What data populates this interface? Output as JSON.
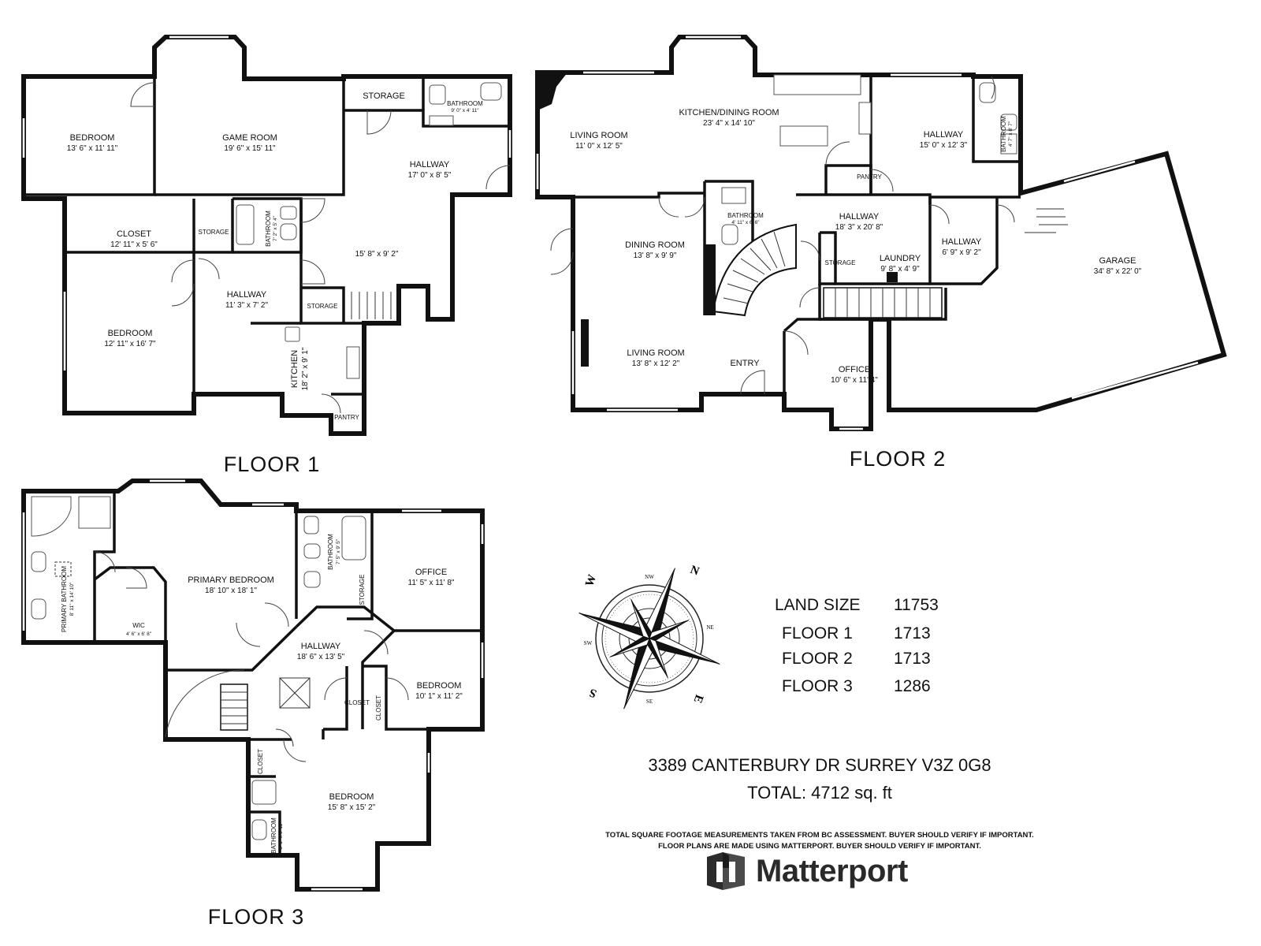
{
  "floors": [
    {
      "title": "FLOOR 1",
      "rooms": [
        {
          "name": "BEDROOM",
          "dims": "13' 6\" x 11' 11\""
        },
        {
          "name": "GAME ROOM",
          "dims": "19' 6\" x 15' 11\""
        },
        {
          "name": "STORAGE",
          "dims": ""
        },
        {
          "name": "BATHROOM",
          "dims": "9' 0\" x 4' 11\""
        },
        {
          "name": "HALLWAY",
          "dims": "17' 0\" x 8' 5\""
        },
        {
          "name": "CLOSET",
          "dims": "12' 11\" x 5' 6\""
        },
        {
          "name": "STORAGE",
          "dims": ""
        },
        {
          "name": "BATHROOM",
          "dims": "7' 2\" x 5' 4\""
        },
        {
          "name": "",
          "dims": "15' 8\" x 9' 2\""
        },
        {
          "name": "BEDROOM",
          "dims": "12' 11\" x 16' 7\""
        },
        {
          "name": "HALLWAY",
          "dims": "11' 3\" x 7' 2\""
        },
        {
          "name": "STORAGE",
          "dims": ""
        },
        {
          "name": "KITCHEN",
          "dims": "18' 2\" x 9' 1\""
        },
        {
          "name": "PANTRY",
          "dims": ""
        }
      ]
    },
    {
      "title": "FLOOR 2",
      "rooms": [
        {
          "name": "LIVING ROOM",
          "dims": "11' 0\" x 12' 5\""
        },
        {
          "name": "KITCHEN/DINING ROOM",
          "dims": "23' 4\" x 14' 10\""
        },
        {
          "name": "HALLWAY",
          "dims": "15' 0\" x 12' 3\""
        },
        {
          "name": "BATHROOM",
          "dims": "4' 7\" x 8' 7\""
        },
        {
          "name": "PANTRY",
          "dims": ""
        },
        {
          "name": "BATHROOM",
          "dims": "4' 11\" x 6' 6\""
        },
        {
          "name": "HALLWAY",
          "dims": "18' 3\" x 20' 8\""
        },
        {
          "name": "DINING ROOM",
          "dims": "13' 8\" x 9' 9\""
        },
        {
          "name": "STORAGE",
          "dims": ""
        },
        {
          "name": "LAUNDRY",
          "dims": "9' 8\" x 4' 9\""
        },
        {
          "name": "HALLWAY",
          "dims": "6' 9\" x 9' 2\""
        },
        {
          "name": "GARAGE",
          "dims": "34' 8\" x 22' 0\""
        },
        {
          "name": "LIVING ROOM",
          "dims": "13' 8\" x 12' 2\""
        },
        {
          "name": "ENTRY",
          "dims": ""
        },
        {
          "name": "OFFICE",
          "dims": "10' 6\" x 11' 4\""
        }
      ]
    },
    {
      "title": "FLOOR 3",
      "rooms": [
        {
          "name": "PRIMARY BATHROOM",
          "dims": "8' 11\" x 14' 10\""
        },
        {
          "name": "PRIMARY BEDROOM",
          "dims": "18' 10\" x 18' 1\""
        },
        {
          "name": "BATHROOM",
          "dims": "7' 5\" x 9' 5\""
        },
        {
          "name": "STORAGE",
          "dims": ""
        },
        {
          "name": "OFFICE",
          "dims": "11' 5\" x 11' 8\""
        },
        {
          "name": "WIC",
          "dims": "4' 6\" x 6' 8\""
        },
        {
          "name": "HALLWAY",
          "dims": "18' 6\" x 13' 5\""
        },
        {
          "name": "BEDROOM",
          "dims": "10' 1\" x 11' 2\""
        },
        {
          "name": "CLOSET",
          "dims": ""
        },
        {
          "name": "CLOSET",
          "dims": ""
        },
        {
          "name": "CLOSET",
          "dims": ""
        },
        {
          "name": "BEDROOM",
          "dims": "15' 8\" x 15' 2\""
        },
        {
          "name": "BATHROOM",
          "dims": "5' 1\" x 6' 11\""
        }
      ]
    }
  ],
  "compass": {
    "labels": [
      "N",
      "E",
      "S",
      "W",
      "NE",
      "SE",
      "SW",
      "NW"
    ]
  },
  "summary": [
    {
      "label": "LAND SIZE",
      "value": "11753"
    },
    {
      "label": "FLOOR 1",
      "value": "1713"
    },
    {
      "label": "FLOOR 2",
      "value": "1713"
    },
    {
      "label": "FLOOR 3",
      "value": "1286"
    }
  ],
  "address": "3389 CANTERBURY DR SURREY V3Z 0G8",
  "total": "TOTAL: 4712 sq. ft",
  "disclaimer_lines": [
    "TOTAL SQUARE FOOTAGE MEASUREMENTS TAKEN FROM BC ASSESSMENT. BUYER SHOULD VERIFY IF IMPORTANT.",
    "FLOOR PLANS ARE MADE USING MATTERPORT. BUYER SHOULD VERIFY IF IMPORTANT."
  ],
  "brand": {
    "name": "Matterport",
    "icon": "matterport-logo-icon"
  }
}
